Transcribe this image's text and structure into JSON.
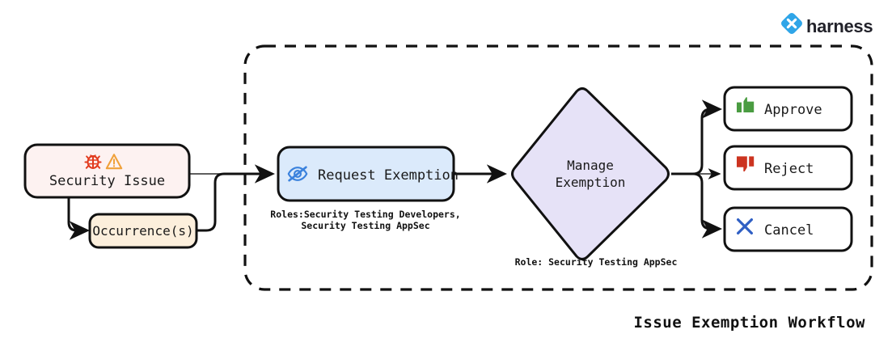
{
  "brand": {
    "name": "harness",
    "logo_icon": "harness-diamond-logo-icon",
    "color": "#2fa5e8"
  },
  "diagram": {
    "title": "Issue Exemption Workflow",
    "container_style": "dashed-rounded-rectangle",
    "nodes": {
      "security_issue": {
        "label": "Security Issue",
        "icons": [
          "bug-icon",
          "warning-triangle-icon"
        ],
        "fill": "#fdf2f1",
        "stroke": "#111111",
        "shape": "rounded-rect"
      },
      "occurrences": {
        "label": "Occurrence(s)",
        "fill": "#fcefdc",
        "stroke": "#111111",
        "shape": "rounded-rect"
      },
      "request_exemption": {
        "label": "Request Exemption",
        "icon": "eye-slash-icon",
        "icon_color": "#3b82dd",
        "fill": "#dbeafb",
        "stroke": "#111111",
        "shape": "rounded-rect",
        "roles_caption_line1": "Roles:Security Testing Developers,",
        "roles_caption_line2": "Security Testing AppSec"
      },
      "manage_exemption": {
        "label_line1": "Manage",
        "label_line2": "Exemption",
        "fill": "#e6e2f7",
        "stroke": "#111111",
        "shape": "diamond",
        "role_caption": "Role: Security Testing AppSec"
      },
      "approve": {
        "label": "Approve",
        "icon": "thumbs-up-icon",
        "icon_color": "#4a9c41",
        "fill": "#ffffff",
        "stroke": "#111111",
        "shape": "rounded-rect"
      },
      "reject": {
        "label": "Reject",
        "icon": "thumbs-down-icon",
        "icon_color": "#cc3420",
        "fill": "#ffffff",
        "stroke": "#111111",
        "shape": "rounded-rect"
      },
      "cancel": {
        "label": "Cancel",
        "icon": "x-cross-icon",
        "icon_color": "#2f5fc4",
        "fill": "#ffffff",
        "stroke": "#111111",
        "shape": "rounded-rect"
      }
    },
    "edges": [
      {
        "from": "security_issue",
        "to": "request_exemption"
      },
      {
        "from": "security_issue",
        "to": "occurrences"
      },
      {
        "from": "occurrences",
        "to": "request_exemption"
      },
      {
        "from": "request_exemption",
        "to": "manage_exemption"
      },
      {
        "from": "manage_exemption",
        "to": "approve"
      },
      {
        "from": "manage_exemption",
        "to": "reject"
      },
      {
        "from": "manage_exemption",
        "to": "cancel"
      }
    ]
  }
}
